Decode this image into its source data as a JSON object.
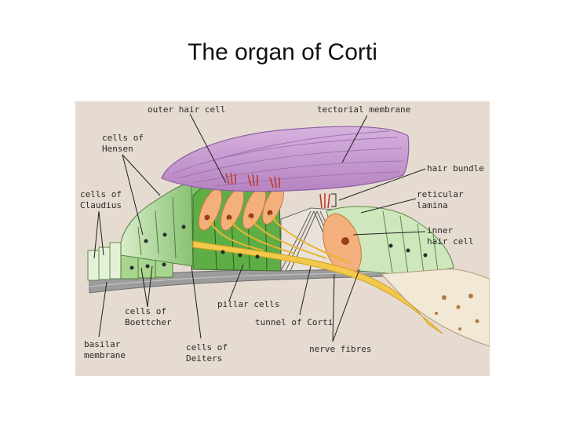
{
  "title": "The organ of Corti",
  "colors": {
    "background": "#e6dbd1",
    "tectorial_membrane": "#c79bd2",
    "supporting_cells": "#7ec36a",
    "hair_cells": "#f4b07c",
    "nerve_fibres": "#f2c94c",
    "basilar_membrane": "#9a9a9a"
  },
  "labels": {
    "outer_hair_cell": "outer hair cell",
    "tectorial_membrane": "tectorial membrane",
    "cells_of_hensen": "cells of\nHensen",
    "hair_bundle": "hair bundle",
    "cells_of_claudius": "cells of\nClaudius",
    "reticular_lamina": "reticular\nlamina",
    "inner_hair_cell": "inner\nhair cell",
    "pillar_cells": "pillar cells",
    "cells_of_boettcher": "cells of\nBoettcher",
    "tunnel_of_corti": "tunnel of Corti",
    "basilar_membrane": "basilar\nmembrane",
    "cells_of_deiters": "cells of\nDeiters",
    "nerve_fibres": "nerve fibres"
  }
}
